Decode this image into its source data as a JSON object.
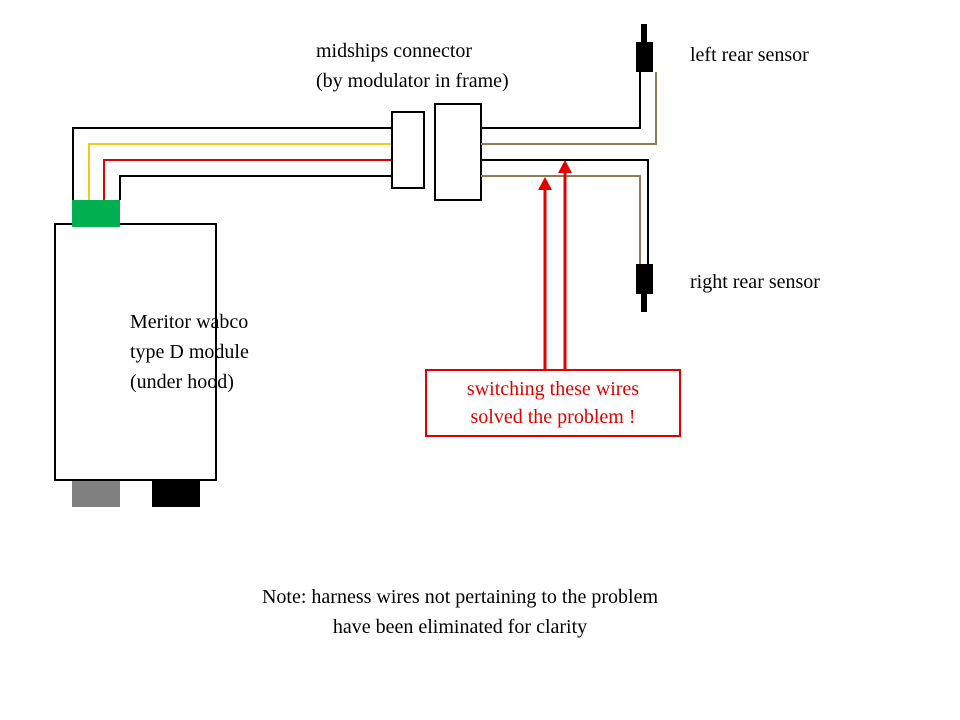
{
  "labels": {
    "connector_line1": "midships connector",
    "connector_line2": "(by modulator in frame)",
    "left_sensor": "left rear sensor",
    "right_sensor": "right rear sensor",
    "module_line1": "Meritor wabco",
    "module_line2": "type D module",
    "module_line3": "(under hood)"
  },
  "callout": {
    "line1": "switching these wires",
    "line2": "solved the problem !"
  },
  "note": {
    "line1": "Note: harness wires not pertaining to the problem",
    "line2": "have been eliminated for clarity"
  },
  "colors": {
    "wire_black": "#000000",
    "wire_yellow": "#f5c518",
    "wire_red": "#e00000",
    "wire_tan": "#8b7d55",
    "plug_green": "#00b050",
    "plug_gray": "#808080",
    "plug_black": "#000000",
    "callout_red": "#e00000"
  }
}
